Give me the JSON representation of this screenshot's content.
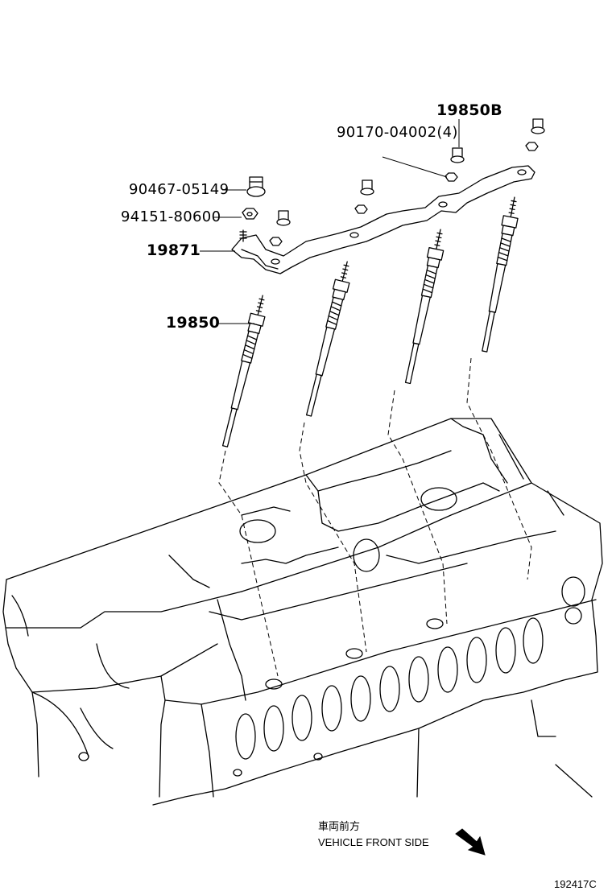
{
  "parts": {
    "glow_plug_b": "19850B",
    "screw_0400": "90170-04002(4)",
    "bolt_stud": "90467-05149",
    "nut": "94151-80600",
    "connector": "19871",
    "glow_plug": "19850"
  },
  "notes": {
    "direction_jp": "車両前方",
    "direction_en": "VEHICLE FRONT SIDE"
  },
  "figure_id": "192417C"
}
